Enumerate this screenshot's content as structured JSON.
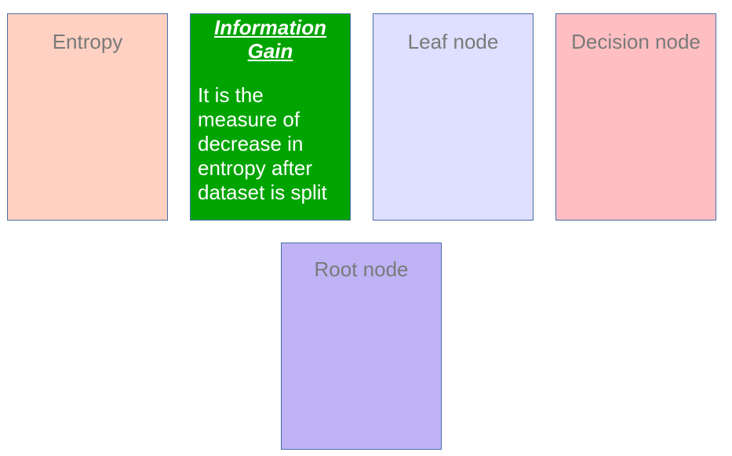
{
  "cards": [
    {
      "id": "entropy",
      "title": "Entropy",
      "fill": "#ffd1c2"
    },
    {
      "id": "information-gain",
      "title": "Information Gain",
      "fill": "#00a400",
      "description": "It is the\nmeasure of\ndecrease in\nentropy after\ndataset is split"
    },
    {
      "id": "leaf",
      "title": "Leaf node",
      "fill": "#dfdfff"
    },
    {
      "id": "decision",
      "title": "Decision node",
      "fill": "#ffbfc2"
    },
    {
      "id": "root",
      "title": "Root node",
      "fill": "#bfb3f6"
    }
  ],
  "colors": {
    "border": "#4a6fa5",
    "title_text": "#7a7a7a",
    "highlight_text": "#ffffff"
  }
}
